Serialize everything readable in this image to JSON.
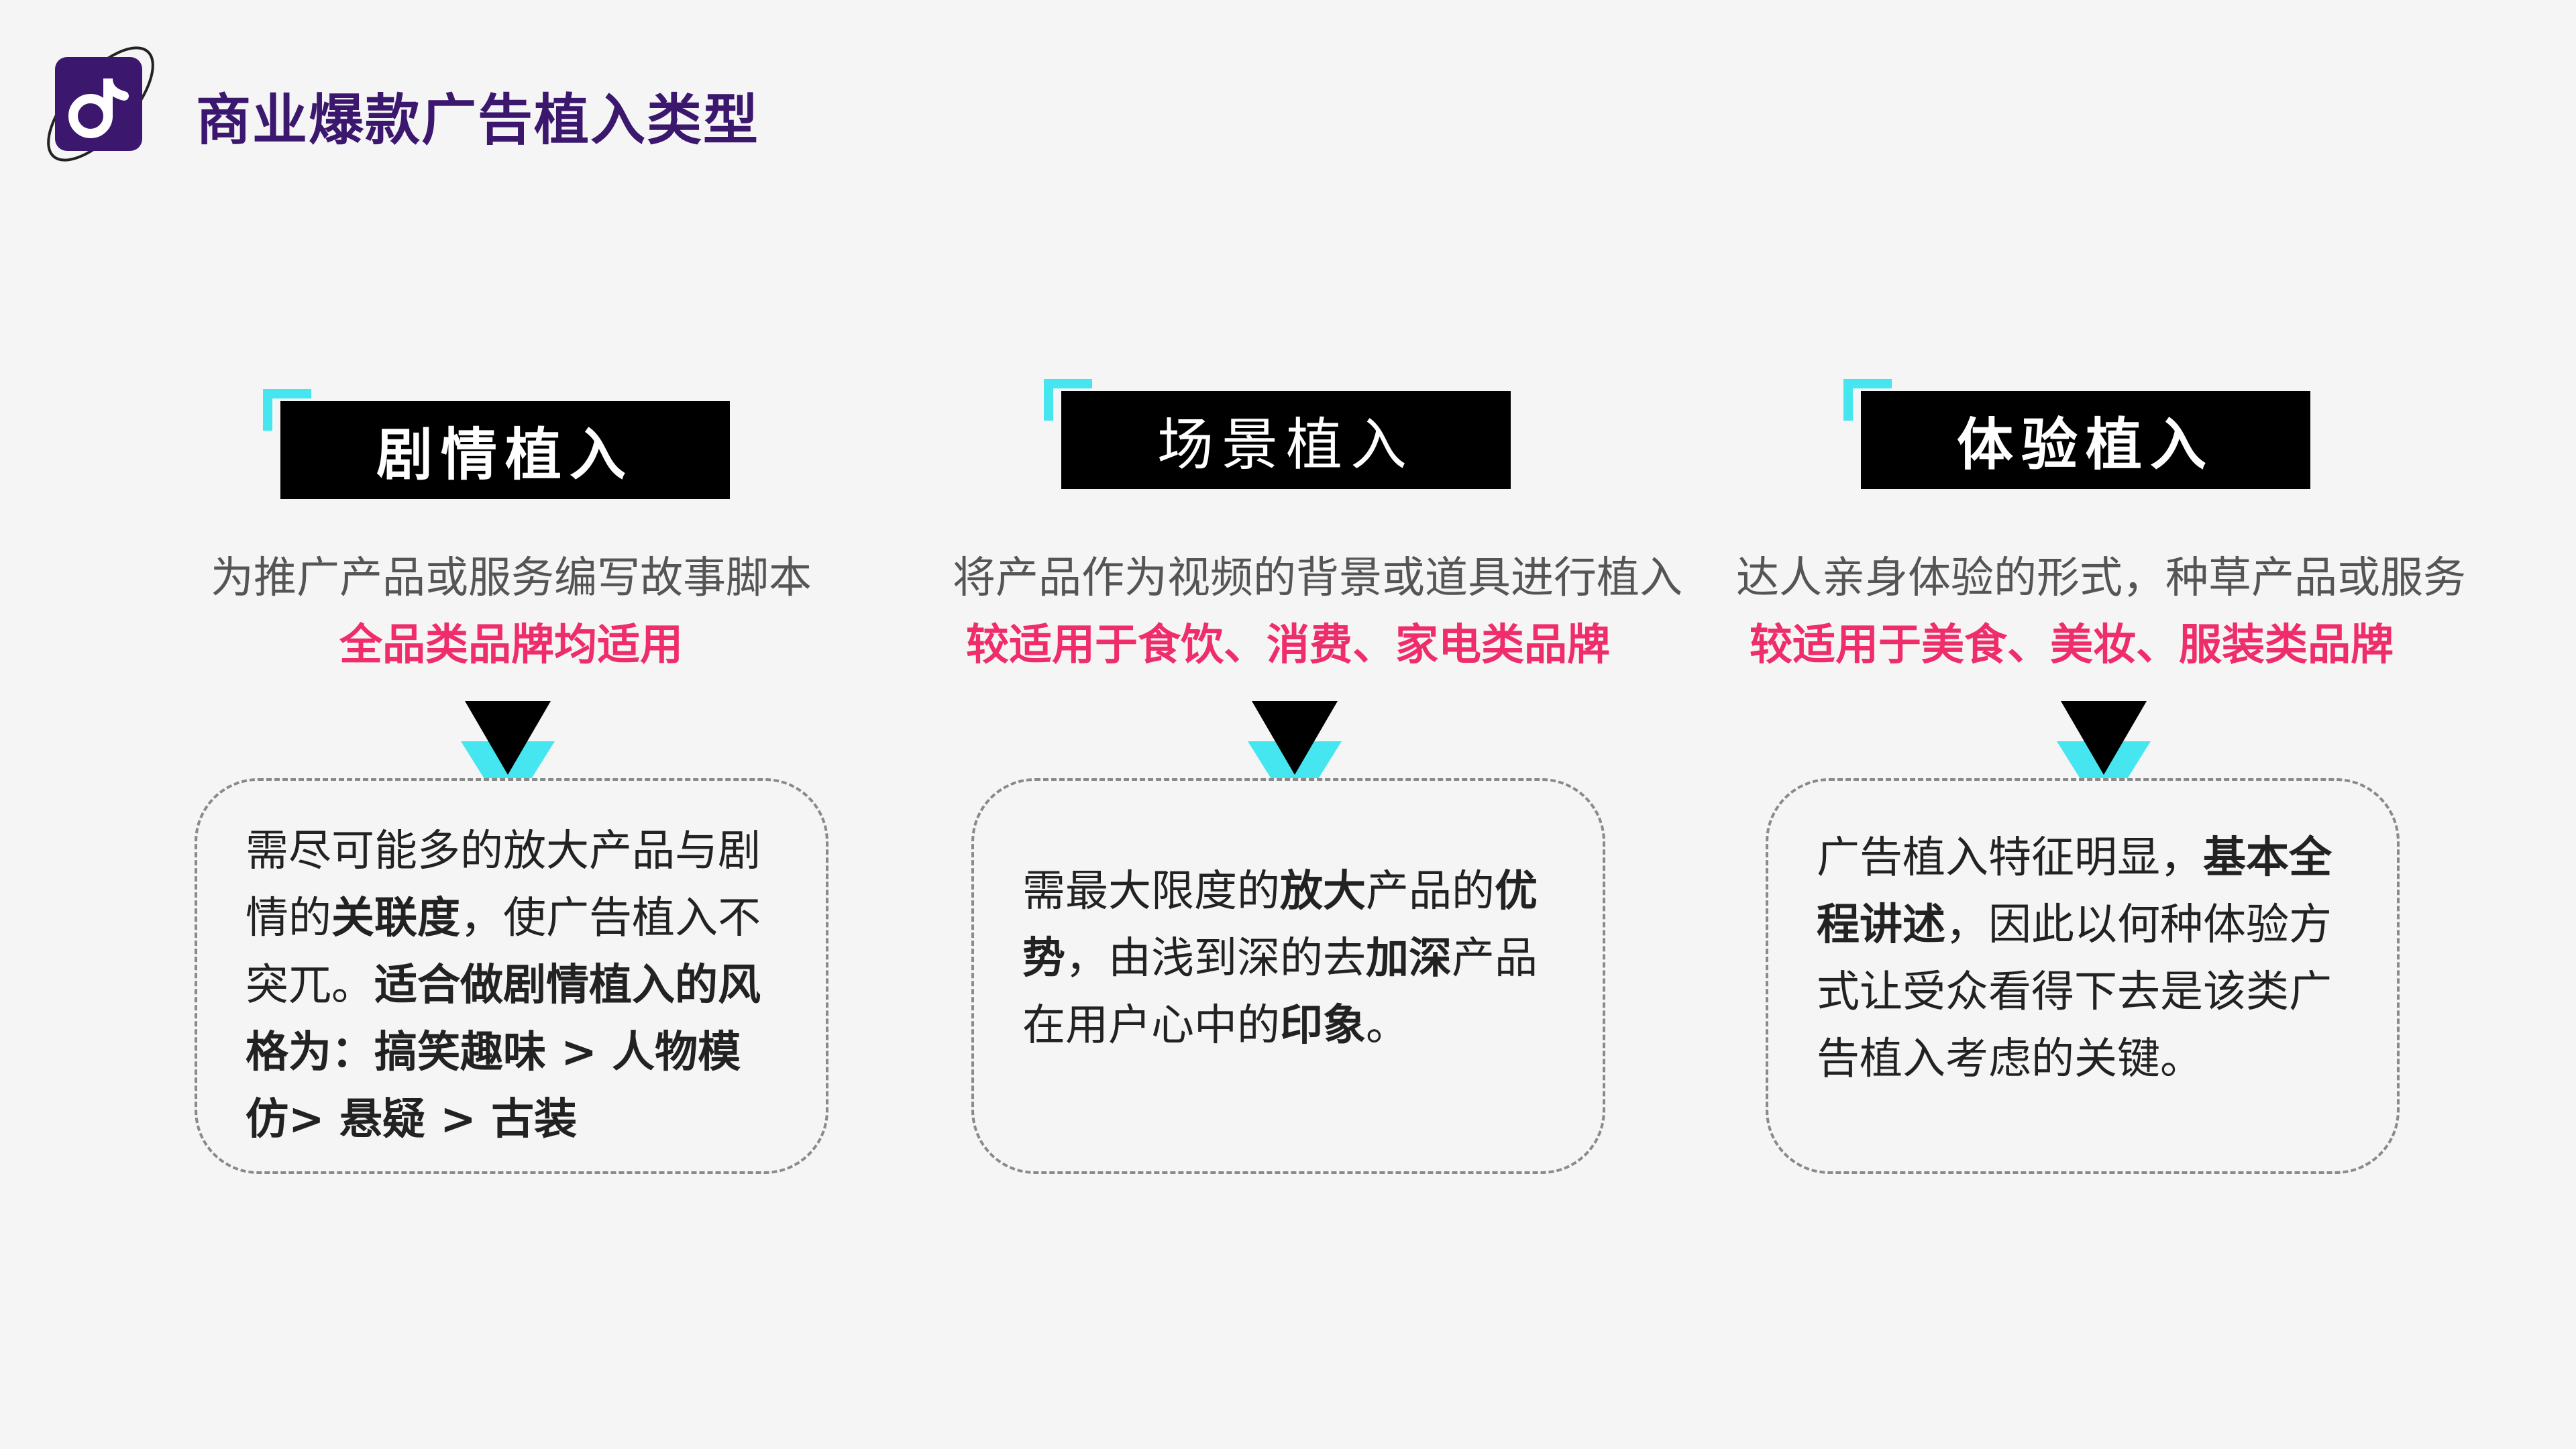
{
  "header": {
    "title": "商业爆款广告植入类型"
  },
  "colors": {
    "title": "#3b176e",
    "accent_cyan": "#45e6f0",
    "highlight_pink": "#ee2d6a",
    "tag_bg": "#000000"
  },
  "columns": [
    {
      "tag": "剧情植入",
      "desc": "为推广产品或服务编写故事脚本",
      "highlight": "全品类品牌均适用",
      "box_lines": [
        [
          {
            "t": "需尽可能多的放大产品与剧",
            "b": false
          }
        ],
        [
          {
            "t": "情的",
            "b": false
          },
          {
            "t": "关联度",
            "b": true
          },
          {
            "t": "，使广告植入不",
            "b": false
          }
        ],
        [
          {
            "t": "突兀。",
            "b": false
          },
          {
            "t": "适合做剧情植入的风",
            "b": true
          }
        ],
        [
          {
            "t": "格为：搞笑趣味 > 人物模",
            "b": true
          }
        ],
        [
          {
            "t": "仿> 悬疑 > 古装",
            "b": true
          }
        ]
      ]
    },
    {
      "tag": "场景植入",
      "desc": "将产品作为视频的背景或道具进行植入",
      "highlight": "较适用于食饮、消费、家电类品牌",
      "box_lines": [
        [
          {
            "t": "需最大限度的",
            "b": false
          },
          {
            "t": "放大",
            "b": true
          },
          {
            "t": "产品的",
            "b": false
          },
          {
            "t": "优",
            "b": true
          }
        ],
        [
          {
            "t": "势",
            "b": true
          },
          {
            "t": "，由浅到深的去",
            "b": false
          },
          {
            "t": "加深",
            "b": true
          },
          {
            "t": "产品",
            "b": false
          }
        ],
        [
          {
            "t": "在用户心中的",
            "b": false
          },
          {
            "t": "印象",
            "b": true
          },
          {
            "t": "。",
            "b": false
          }
        ]
      ]
    },
    {
      "tag": "体验植入",
      "desc": "达人亲身体验的形式，种草产品或服务",
      "highlight": "较适用于美食、美妆、服装类品牌",
      "box_lines": [
        [
          {
            "t": "广告植入特征明显，",
            "b": false
          },
          {
            "t": "基本全",
            "b": true
          }
        ],
        [
          {
            "t": "程讲述",
            "b": true
          },
          {
            "t": "，因此以何种体验方",
            "b": false
          }
        ],
        [
          {
            "t": "式让受众看得下去是该类广",
            "b": false
          }
        ],
        [
          {
            "t": "告植入考虑的关键。",
            "b": false
          }
        ]
      ]
    }
  ]
}
